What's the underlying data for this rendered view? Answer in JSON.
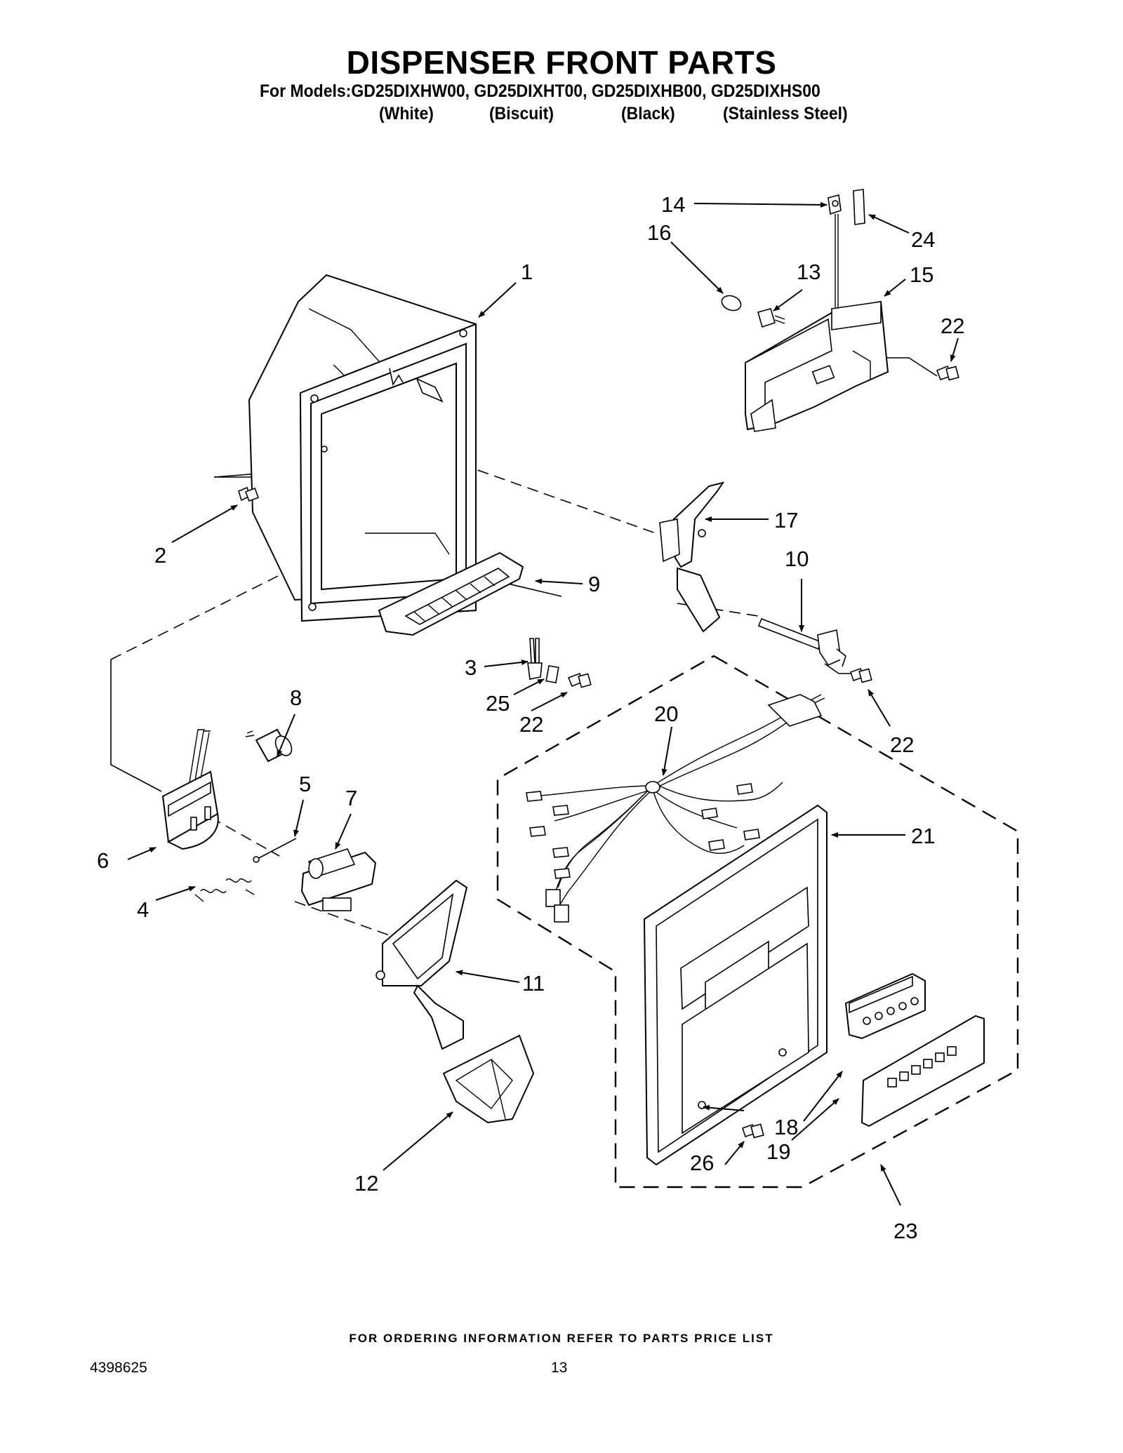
{
  "header": {
    "title": "DISPENSER FRONT PARTS",
    "models_line": "For Models:GD25DIXHW00, GD25DIXHT00, GD25DIXHB00, GD25DIXHS00",
    "colors": [
      "(White)",
      "(Biscuit)",
      "(Black)",
      "(Stainless Steel)"
    ]
  },
  "callouts": [
    "1",
    "2",
    "3",
    "4",
    "5",
    "6",
    "7",
    "8",
    "9",
    "10",
    "11",
    "12",
    "13",
    "14",
    "15",
    "16",
    "17",
    "18",
    "19",
    "20",
    "21",
    "22",
    "22",
    "22",
    "23",
    "24",
    "25",
    "26"
  ],
  "footer": {
    "ordering_note": "FOR ORDERING INFORMATION REFER TO PARTS PRICE LIST",
    "document_number": "4398625",
    "page_number": "13"
  },
  "colors_style": {
    "ink": "#000000",
    "paper": "#ffffff"
  }
}
